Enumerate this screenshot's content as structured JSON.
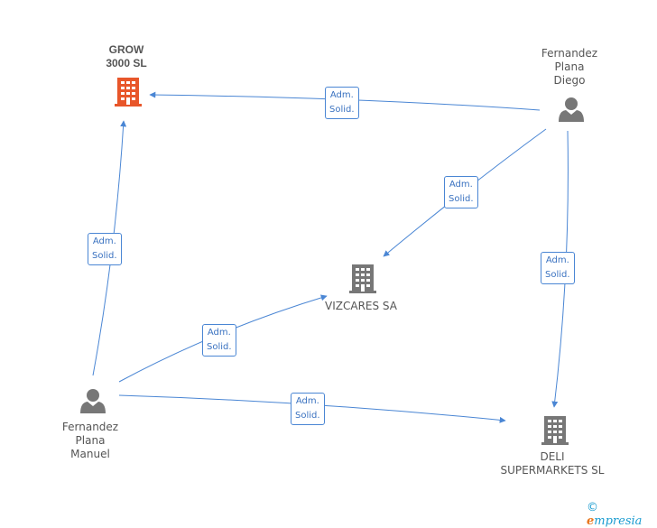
{
  "nodes": {
    "grow": {
      "label": "GROW\n3000 SL",
      "type": "company",
      "color": "#e8562a"
    },
    "diego": {
      "label": "Fernandez\nPlana\nDiego",
      "type": "person",
      "color": "#777777"
    },
    "vizcares": {
      "label": "VIZCARES SA",
      "type": "company",
      "color": "#777777"
    },
    "manuel": {
      "label": "Fernandez\nPlana\nManuel",
      "type": "person",
      "color": "#777777"
    },
    "deli": {
      "label": "DELI\nSUPERMARKETS SL",
      "type": "company",
      "color": "#777777"
    }
  },
  "edges": [
    {
      "id": "diego-grow",
      "label": "Adm.\nSolid."
    },
    {
      "id": "diego-vizcares",
      "label": "Adm.\nSolid."
    },
    {
      "id": "diego-deli",
      "label": "Adm.\nSolid."
    },
    {
      "id": "manuel-grow",
      "label": "Adm.\nSolid."
    },
    {
      "id": "manuel-vizcares",
      "label": "Adm.\nSolid."
    },
    {
      "id": "manuel-deli",
      "label": "Adm.\nSolid."
    }
  ],
  "colors": {
    "edge": "#4a86d4"
  },
  "brand": {
    "copyright": "©",
    "first_letter": "e",
    "rest": "mpresia"
  }
}
